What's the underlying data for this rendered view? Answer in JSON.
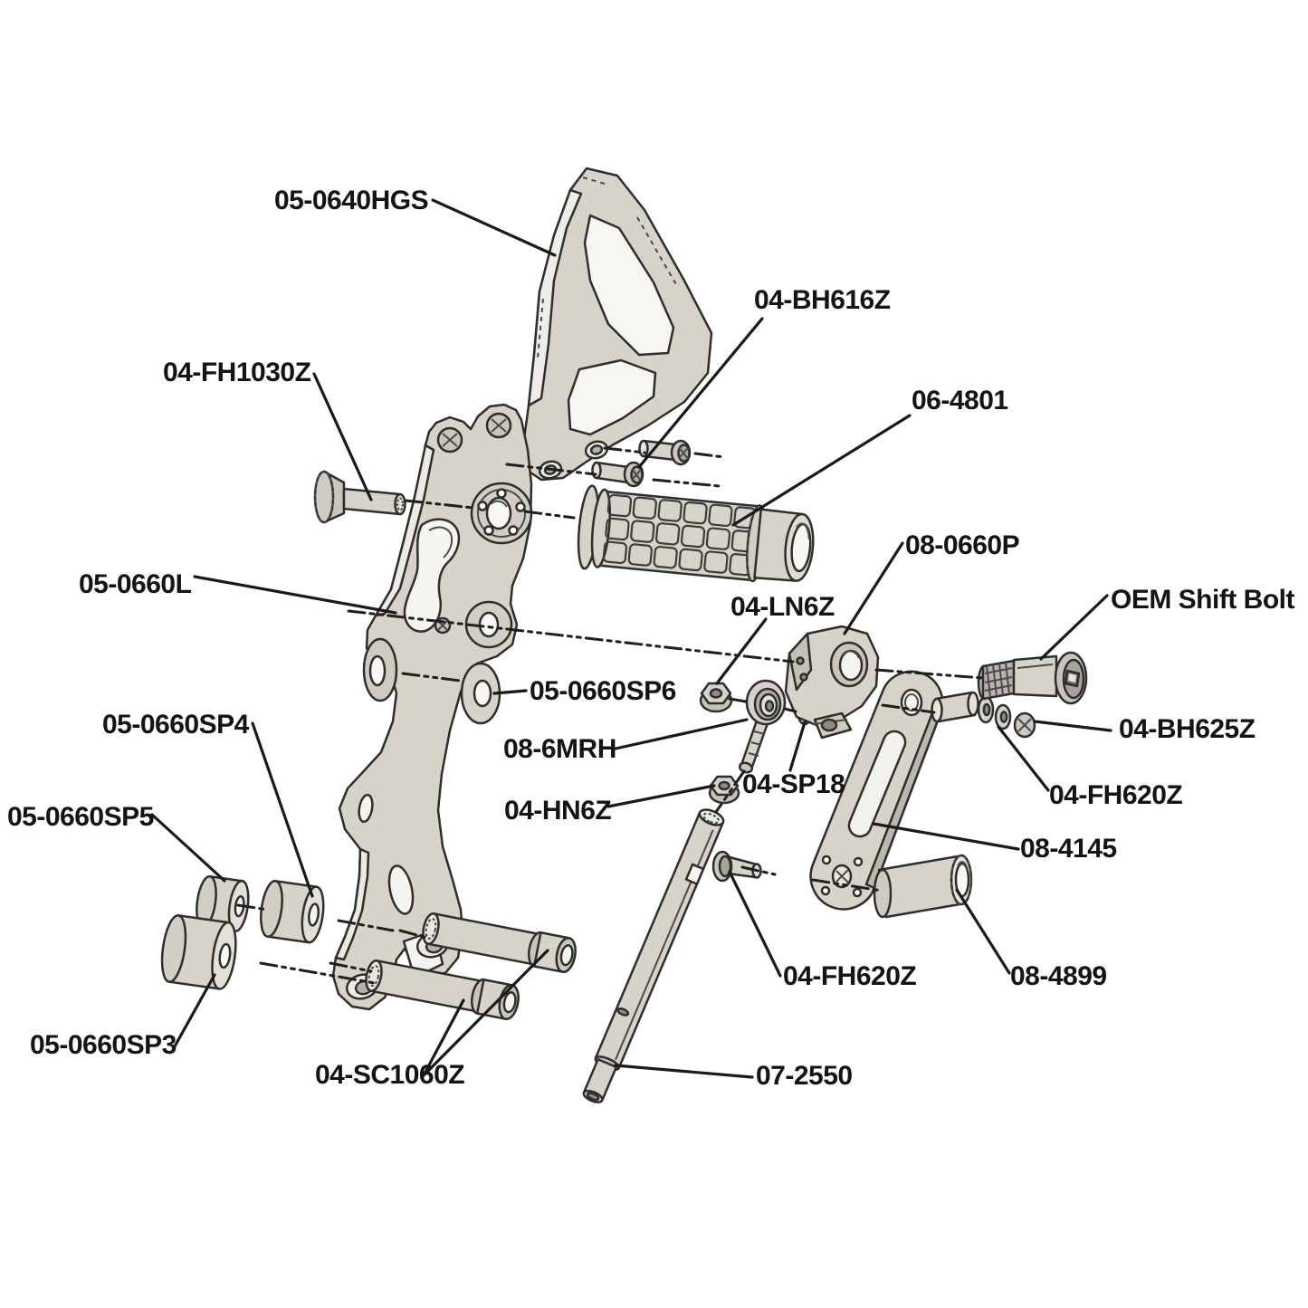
{
  "diagram": {
    "type": "exploded-parts-diagram",
    "subject": "motorcycle rearset shift-side assembly",
    "background_color": "#ffffff",
    "part_fill_color": "#d7d3c9",
    "part_shadow_color": "#b9b5ab",
    "line_color": "#1a1a1a"
  },
  "labels": [
    {
      "id": "heel-guard",
      "text": "05-0640HGS"
    },
    {
      "id": "bolt-bh616z",
      "text": "04-BH616Z"
    },
    {
      "id": "bolt-fh1030z",
      "text": "04-FH1030Z"
    },
    {
      "id": "footpeg",
      "text": "06-4801"
    },
    {
      "id": "main-plate",
      "text": "05-0660L"
    },
    {
      "id": "shift-block",
      "text": "08-0660P"
    },
    {
      "id": "nut-ln6z",
      "text": "04-LN6Z"
    },
    {
      "id": "oem-shift-bolt",
      "text": "OEM Shift Bolt"
    },
    {
      "id": "washer-sp6",
      "text": "05-0660SP6"
    },
    {
      "id": "rod-end",
      "text": "08-6MRH"
    },
    {
      "id": "bolt-bh625z",
      "text": "04-BH625Z"
    },
    {
      "id": "washer-sp18",
      "text": "04-SP18"
    },
    {
      "id": "bolt-fh620z-upper",
      "text": "04-FH620Z"
    },
    {
      "id": "nut-hn6z",
      "text": "04-HN6Z"
    },
    {
      "id": "spacer-sp4",
      "text": "05-0660SP4"
    },
    {
      "id": "spacer-sp5",
      "text": "05-0660SP5"
    },
    {
      "id": "shift-arm",
      "text": "08-4145"
    },
    {
      "id": "spacer-sp3",
      "text": "05-0660SP3"
    },
    {
      "id": "bolt-fh620z-lower",
      "text": "04-FH620Z"
    },
    {
      "id": "spacer-4899",
      "text": "08-4899"
    },
    {
      "id": "bolts-sc1060z",
      "text": "04-SC1060Z"
    },
    {
      "id": "shift-rod",
      "text": "07-2550"
    }
  ]
}
